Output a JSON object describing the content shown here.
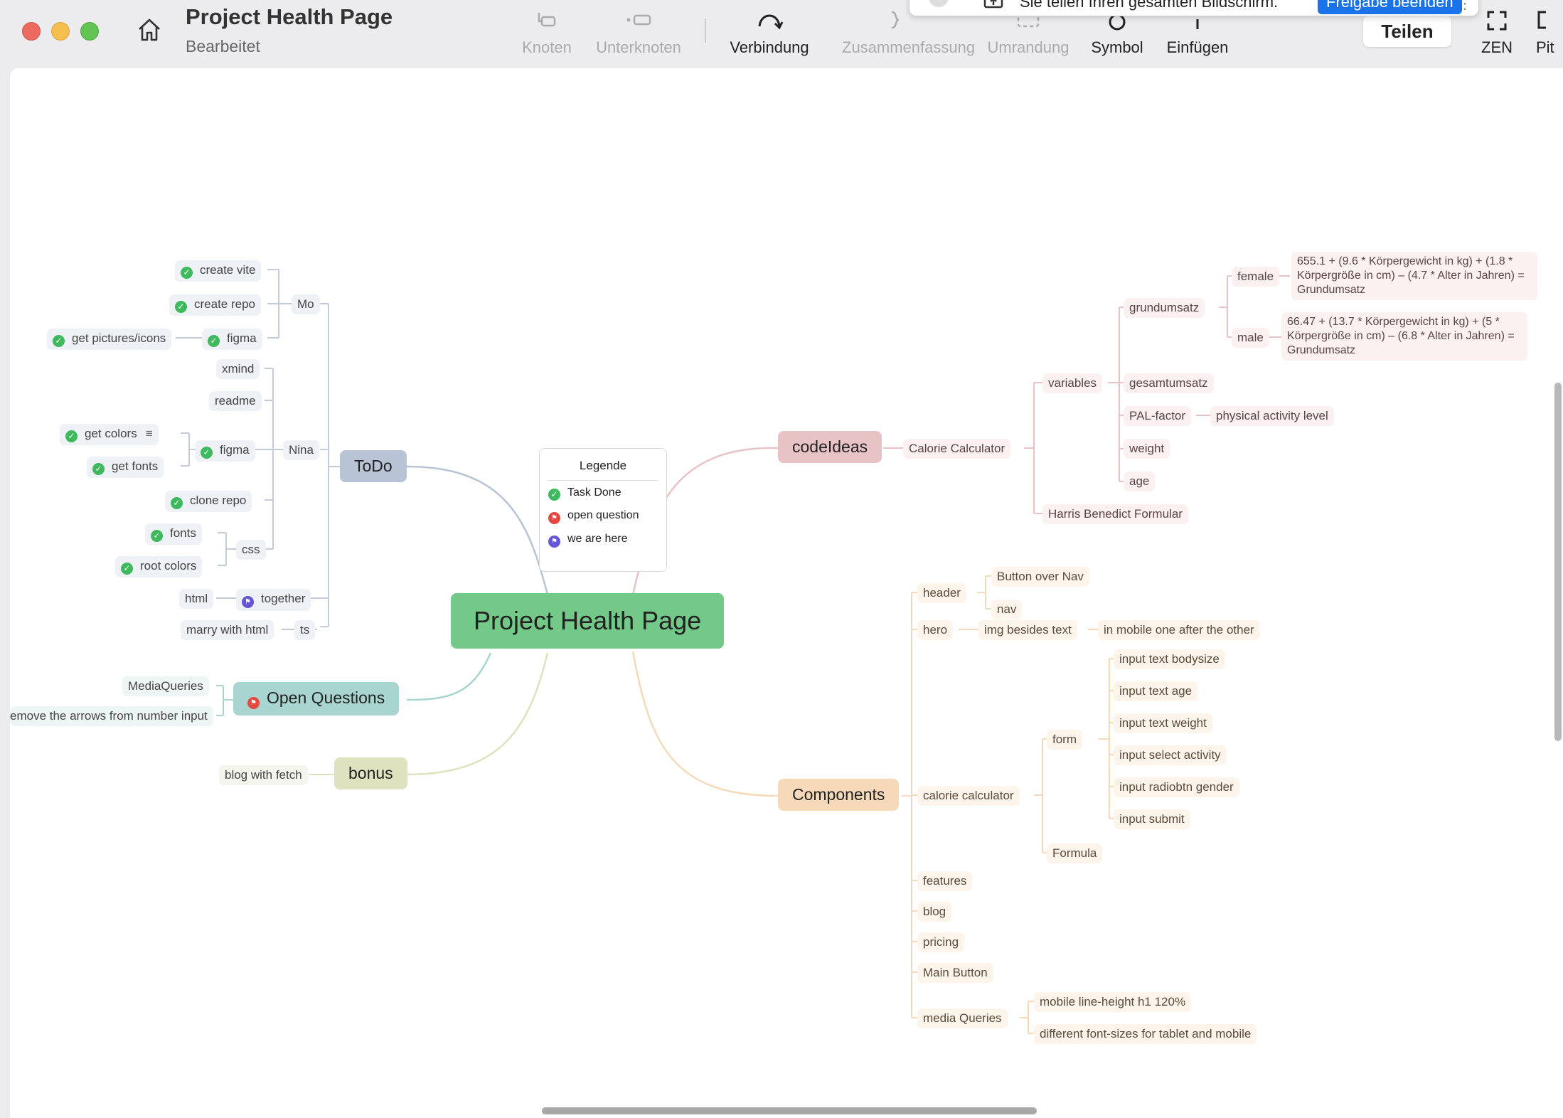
{
  "window": {
    "title": "Project Health Page",
    "subtitle": "Bearbeitet"
  },
  "toolbar": {
    "knoten": "Knoten",
    "unterknoten": "Unterknoten",
    "verbindung": "Verbindung",
    "zusammenfassung": "Zusammenfassung",
    "umrandung": "Umrandung",
    "symbol": "Symbol",
    "einfuegen": "Einfügen",
    "teilen": "Teilen",
    "zen": "ZEN",
    "pitch": "Pit"
  },
  "share_banner": {
    "message": "Sie teilen Ihren gesamten Bildschirm.",
    "stop": "Freigabe beenden"
  },
  "legend": {
    "title": "Legende",
    "task_done": "Task Done",
    "open_question": "open question",
    "we_are_here": "we are here"
  },
  "map": {
    "root": "Project Health Page",
    "todo": {
      "label": "ToDo",
      "mo": "Mo",
      "create_vite": "create vite",
      "create_repo": "create repo",
      "figma": "figma",
      "get_pictures": "get pictures/icons",
      "nina": "Nina",
      "xmind": "xmind",
      "readme": "readme",
      "get_colors": "get colors",
      "get_fonts": "get fonts",
      "clone_repo": "clone repo",
      "css": "css",
      "fonts": "fonts",
      "root_colors": "root colors",
      "together": "together",
      "html": "html",
      "ts": "ts",
      "marry": "marry with html"
    },
    "open_questions": {
      "label": "Open Questions",
      "media": "MediaQueries",
      "arrows": "emove the arrows from number input"
    },
    "bonus": {
      "label": "bonus",
      "blog": "blog with fetch"
    },
    "codeideas": {
      "label": "codeIdeas",
      "calc": "Calorie Calculator",
      "variables": "variables",
      "grundumsatz": "grundumsatz",
      "female": "female",
      "female_formula": "655.1 + (9.6 * Körpergewicht in kg) + (1.8 * Körpergröße in cm) – (4.7 * Alter in Jahren) = Grundumsatz",
      "male": "male",
      "male_formula": "66.47 + (13.7 * Körpergewicht in kg) + (5 * Körpergröße in cm) – (6.8 * Alter in Jahren) = Grundumsatz",
      "gesamtumsatz": "gesamtumsatz",
      "pal": "PAL-factor",
      "pal_desc": "physical activity level",
      "weight": "weight",
      "age": "age",
      "harris": "Harris Benedict Formular"
    },
    "components": {
      "label": "Components",
      "header": "header",
      "button_over_nav": "Button over Nav",
      "nav": "nav",
      "hero": "hero",
      "img_besides": "img besides text",
      "mobile_after": "in mobile one after the other",
      "calorie_calculator": "calorie calculator",
      "form": "form",
      "input_bodysize": "input text bodysize",
      "input_age": "input text age",
      "input_weight": "input text weight",
      "input_select": "input select activity",
      "input_radio": "input radiobtn gender",
      "input_submit": "input submit",
      "formula": "Formula",
      "features": "features",
      "blog": "blog",
      "pricing": "pricing",
      "main_button": "Main Button",
      "media_queries": "media Queries",
      "mobile_lh": "mobile line-height h1 120%",
      "font_sizes": "different font-sizes for tablet and mobile"
    }
  },
  "colors": {
    "root": "#73c987",
    "todo": "#b8c4d6",
    "codeideas": "#e8c3c6",
    "components": "#f5d9b8",
    "open_questions": "#a8d5d0",
    "bonus": "#dfe2bf"
  }
}
